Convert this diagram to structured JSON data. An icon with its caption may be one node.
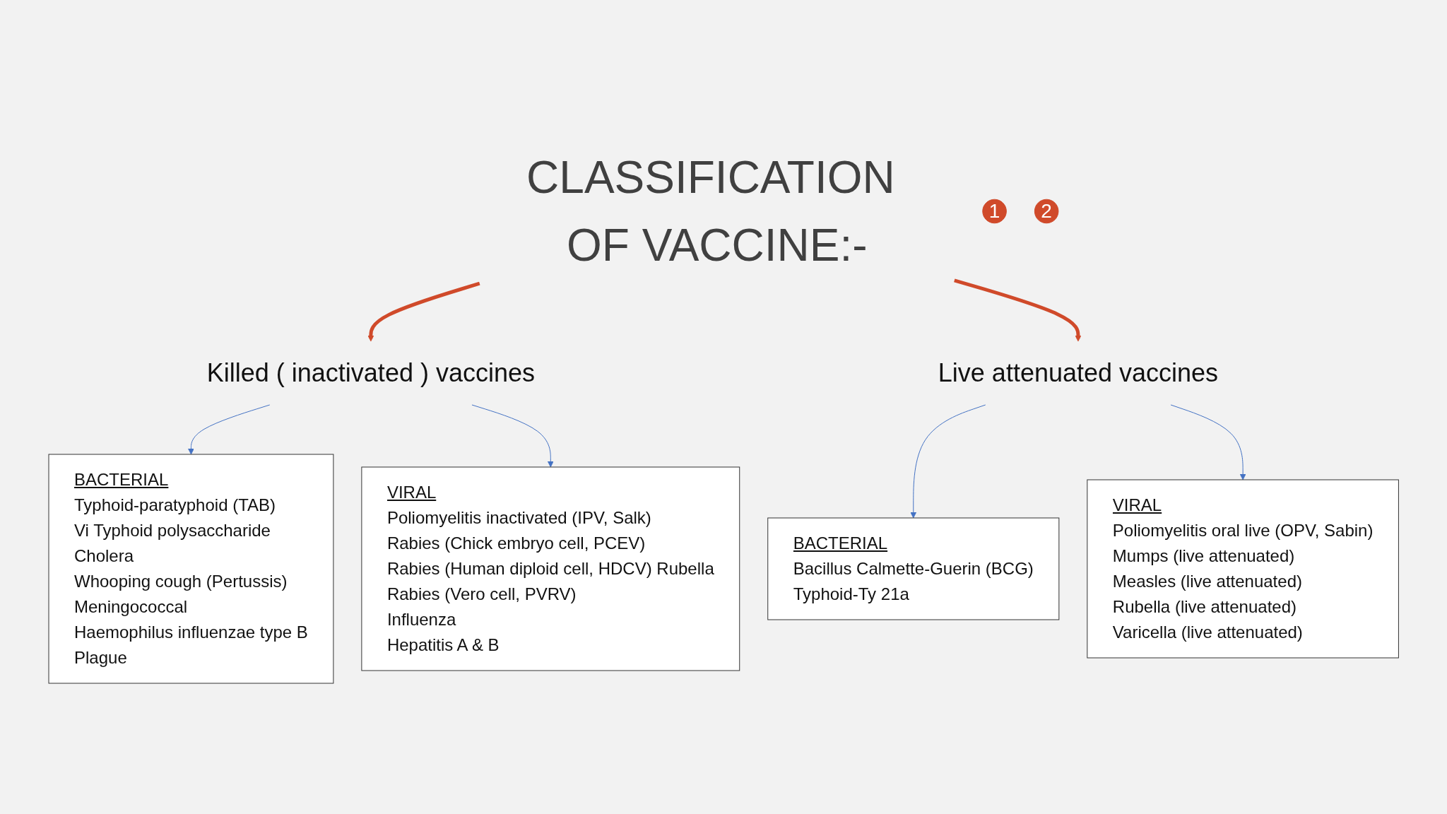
{
  "diagram": {
    "nodes": [
      {
        "text": [
          "CLASSIFICATION OF VACCINE:-"
        ]
      },
      {
        "text": [
          "1"
        ]
      },
      {
        "text": [
          "Killed ( inactivated ) vaccines"
        ]
      },
      {
        "text": [
          "2"
        ]
      },
      {
        "text": [
          "Live attenuated vaccines"
        ]
      },
      {
        "text": [
          "BACTERIAL",
          "Typhoid-paratyphoid (TAB)",
          "Vi Typhoid polysaccharide",
          "Cholera",
          "Whooping cough (Pertussis)",
          "Meningococcal",
          "Haemophilus influenzae type B",
          "Plague"
        ]
      },
      {
        "text": [
          "VIRAL",
          "Poliomyelitis inactivated (IPV, Salk)",
          "Rabies (Chick embryo cell, PCEV)",
          "Rabies (Human diploid cell, HDCV) Rubella",
          "Rabies (Vero cell, PVRV)",
          "Influenza",
          "Hepatitis A & B"
        ]
      },
      {
        "text": [
          "BACTERIAL",
          "Bacillus Calmette-Guerin (BCG)",
          "Typhoid-Ty 21a"
        ]
      },
      {
        "text": [
          "VIRAL",
          "Poliomyelitis oral live (OPV, Sabin)",
          "Mumps (live attenuated)",
          "Measles (live attenuated)",
          "Rubella (live attenuated)",
          "Varicella (live attenuated)"
        ]
      }
    ],
    "edges": [
      {
        "from": 0,
        "to": 2,
        "arrow": "to",
        "style": "thick",
        "color": "#d04a2a"
      },
      {
        "from": 0,
        "to": 4,
        "arrow": "to",
        "style": "thick",
        "color": "#d04a2a"
      },
      {
        "from": 2,
        "to": 5,
        "arrow": "to"
      },
      {
        "from": 2,
        "to": 6,
        "arrow": "to"
      },
      {
        "from": 4,
        "to": 7,
        "arrow": "to"
      },
      {
        "from": 4,
        "to": 8,
        "arrow": "to"
      }
    ]
  }
}
